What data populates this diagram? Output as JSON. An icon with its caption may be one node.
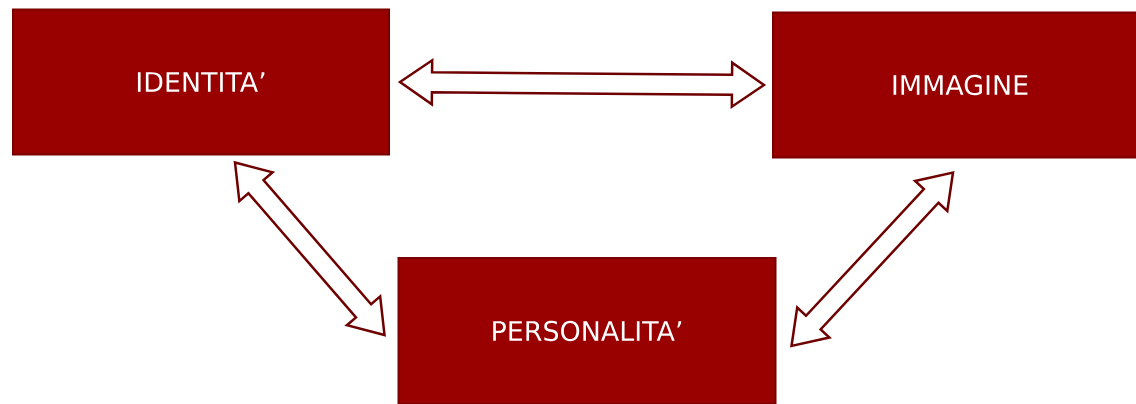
{
  "diagram": {
    "nodes": [
      {
        "text": [
          "IDENTITA’"
        ]
      },
      {
        "text": [
          "IMMAGINE"
        ]
      },
      {
        "text": [
          "PERSONALITA’"
        ]
      }
    ],
    "edges": [
      {
        "from": 0,
        "to": 1,
        "arrow": "both"
      },
      {
        "from": 0,
        "to": 2,
        "arrow": "both"
      },
      {
        "from": 2,
        "to": 1,
        "arrow": "both"
      }
    ]
  }
}
